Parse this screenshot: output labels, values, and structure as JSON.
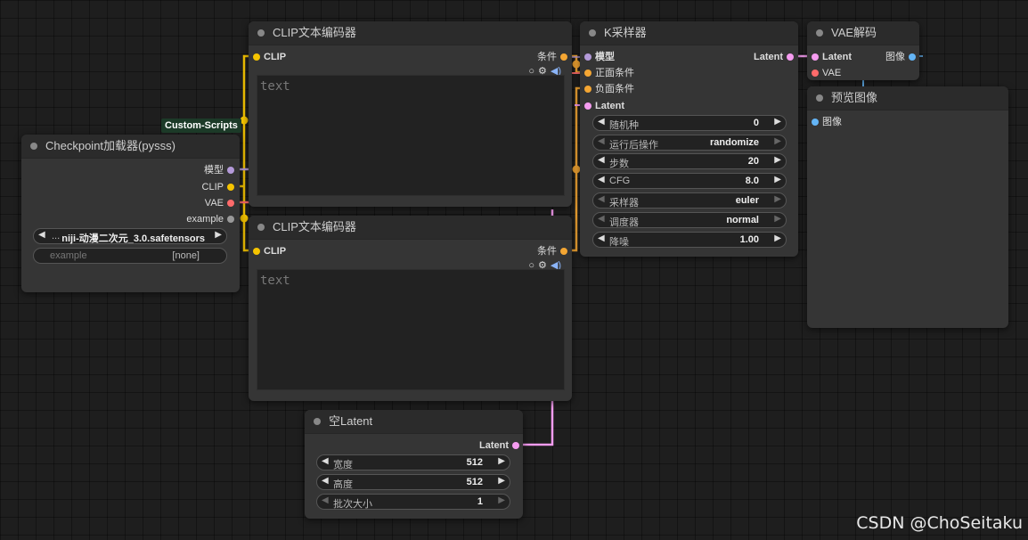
{
  "colors": {
    "clip": "#f5c400",
    "conditioning": "#f4a633",
    "latent": "#f59cf0",
    "vae": "#ff6b6b",
    "model": "#b49ad9",
    "image": "#64b5f6",
    "example": "#999999"
  },
  "badge": {
    "label": "Custom-Scripts"
  },
  "checkpoint": {
    "title": "Checkpoint加载器(pysss)",
    "outputs": {
      "model": "模型",
      "clip": "CLIP",
      "vae": "VAE",
      "example": "example"
    },
    "ckpt_name": {
      "prefix": "...",
      "value": "niji-动漫二次元_3.0.safetensors"
    },
    "example_widget": {
      "label": "example",
      "value": "[none]"
    }
  },
  "clip_pos": {
    "title": "CLIP文本编码器",
    "input": "CLIP",
    "output": "条件",
    "placeholder": "text"
  },
  "clip_neg": {
    "title": "CLIP文本编码器",
    "input": "CLIP",
    "output": "条件",
    "placeholder": "text"
  },
  "ksampler": {
    "title": "K采样器",
    "inputs": {
      "model": "模型",
      "positive": "正面条件",
      "negative": "负面条件",
      "latent": "Latent"
    },
    "output": "Latent",
    "widgets": [
      {
        "label": "随机种",
        "value": "0"
      },
      {
        "label": "运行后操作",
        "value": "randomize"
      },
      {
        "label": "步数",
        "value": "20"
      },
      {
        "label": "CFG",
        "value": "8.0"
      },
      {
        "label": "采样器",
        "value": "euler"
      },
      {
        "label": "调度器",
        "value": "normal"
      },
      {
        "label": "降噪",
        "value": "1.00"
      }
    ]
  },
  "vae_decode": {
    "title": "VAE解码",
    "inputs": {
      "latent": "Latent",
      "vae": "VAE"
    },
    "output": "图像"
  },
  "preview": {
    "title": "预览图像",
    "input": "图像"
  },
  "empty_latent": {
    "title": "空Latent",
    "output": "Latent",
    "widgets": [
      {
        "label": "宽度",
        "value": "512"
      },
      {
        "label": "高度",
        "value": "512"
      },
      {
        "label": "批次大小",
        "value": "1"
      }
    ]
  },
  "watermark": "CSDN @ChoSeitaku"
}
